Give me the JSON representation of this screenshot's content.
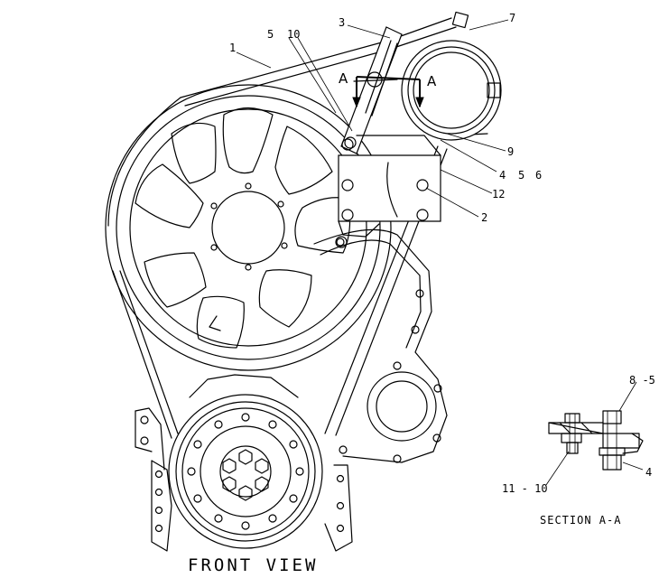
{
  "callouts": {
    "c1": "1",
    "c5": "5",
    "c10": "10",
    "c3": "3",
    "c7": "7",
    "c9": "9",
    "c4a": "4",
    "c5b": "5",
    "c6": "6",
    "c12": "12",
    "c2": "2"
  },
  "section_arrows": {
    "left": "A",
    "right": "A"
  },
  "section_view": {
    "title": "SECTION A-A",
    "callout_top": "8 -5",
    "callout_left": "11 - 10",
    "callout_right": "4"
  },
  "view_title": "FRONT VIEW"
}
